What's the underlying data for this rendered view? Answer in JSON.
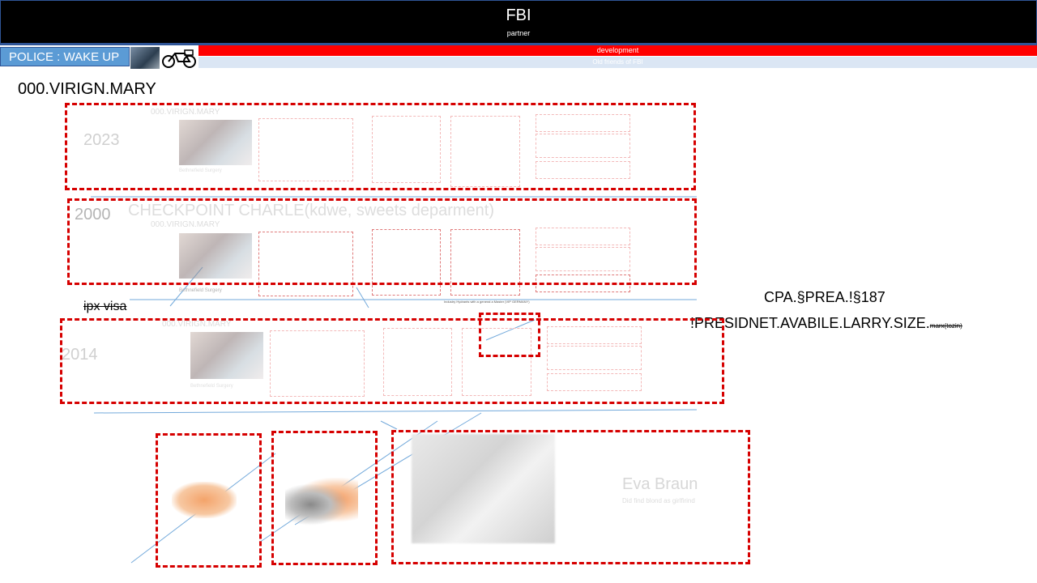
{
  "header": {
    "title": "FBI",
    "subtitle": "partner"
  },
  "police_label": "POLICE : WAKE UP",
  "dev_bar": {
    "label": "development",
    "under_label": "Old friends of FBI"
  },
  "heading": "000.VIRIGN.MARY",
  "rows": [
    {
      "year": "2023",
      "name": "000.VIRIGN.MARY",
      "caption": "Bethnefield Surgery"
    },
    {
      "year": "2000",
      "name": "000.VIRIGN.MARY",
      "caption": "Bethnefield Surgery"
    },
    {
      "year": "2014",
      "name": "000.VIRIGN.MARY",
      "caption": "Bethnefield Surgery"
    }
  ],
  "checkpoint": "CHECKPOINT CHARLE(kdwe, sweets deparment)",
  "small_caption": "Industry Hydrants with a general a Master (VIP GERMANY)",
  "ipx_visa": "ipx visa",
  "cpa": "CPA.§PREA.!§187",
  "president": "!PRESIDNET.AVABILE.LARRY.SIZE.",
  "president_suffix": "marx(tozin)",
  "eva": {
    "name": "Eva Braun",
    "sub": "Did find blond as girlfirind"
  },
  "colors": {
    "red": "#d60000",
    "blue": "#5b9bd5",
    "header_bg": "#000000"
  }
}
